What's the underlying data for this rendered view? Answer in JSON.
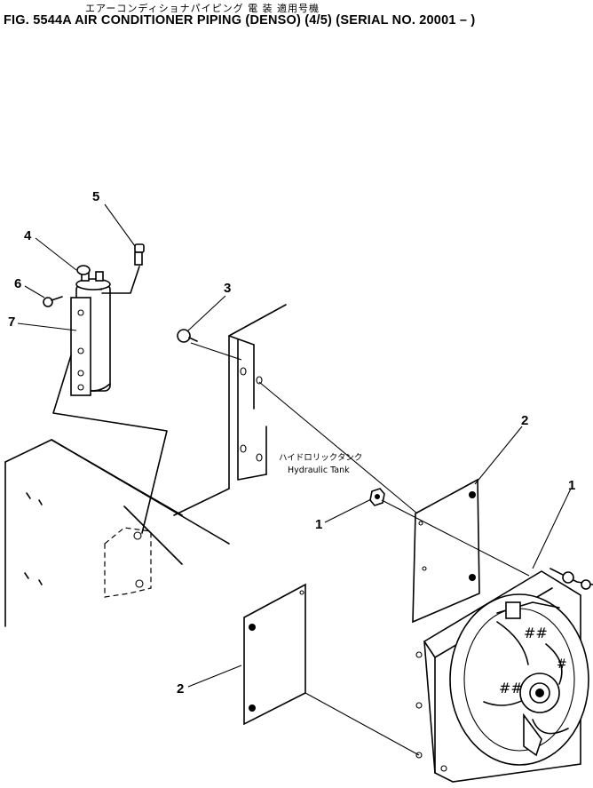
{
  "header": {
    "japanese_title": "エアーコンディショナパイピング 電 装 適用号機",
    "figure_title": "FIG. 5544A AIR CONDITIONER PIPING (DENSO) (4/5) (SERIAL NO. 20001 – )"
  },
  "diagram": {
    "tank_label_jp": "ハイドロリックタンク",
    "tank_label_en": "Hydraulic Tank",
    "callouts": [
      "1",
      "1",
      "2",
      "2",
      "3",
      "4",
      "5",
      "6",
      "7"
    ]
  }
}
